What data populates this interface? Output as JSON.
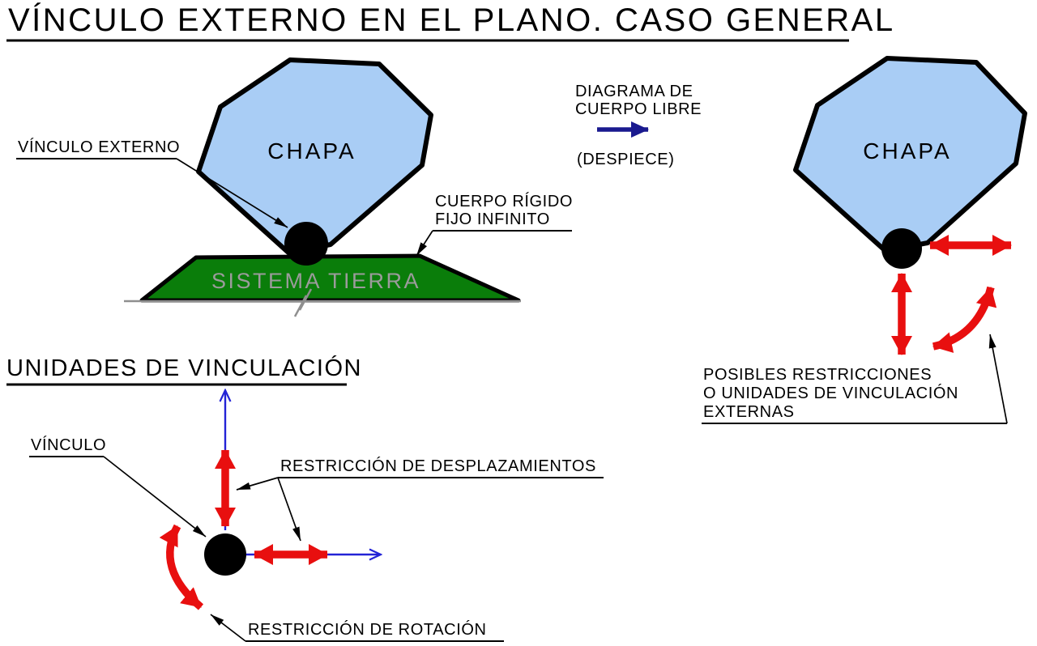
{
  "title": "VÍNCULO EXTERNO EN EL PLANO. CASO GENERAL",
  "colors": {
    "chapa_fill": "#a9cdf5",
    "tierra_fill": "#0a7d0a",
    "pin_black": "#000000",
    "restriction_red": "#e80f0f",
    "unit_vector_blue": "#2323d6",
    "fbd_arrow_navy": "#1a1a8f",
    "ground_line_gray": "#8f8f8f",
    "tierra_text_gray": "#9b9b9b"
  },
  "left_figure": {
    "chapa_label": "CHAPA",
    "tierra_label": "SISTEMA TIERRA",
    "vinculo_externo_label": "VÍNCULO EXTERNO",
    "cuerpo_rigido_label_line1": "CUERPO RÍGIDO",
    "cuerpo_rigido_label_line2": "FIJO INFINITO"
  },
  "free_body_note": {
    "line1": "DIAGRAMA DE",
    "line2": "CUERPO LIBRE",
    "line3": "(DESPIECE)"
  },
  "right_figure": {
    "chapa_label": "CHAPA",
    "restrictions_label_line1": "POSIBLES RESTRICCIONES",
    "restrictions_label_line2": "O UNIDADES DE VINCULACIÓN",
    "restrictions_label_line3": "EXTERNAS"
  },
  "units_section": {
    "heading": "UNIDADES DE VINCULACIÓN",
    "vinculo_label": "VÍNCULO",
    "displacement_label": "RESTRICCIÓN DE DESPLAZAMIENTOS",
    "rotation_label": "RESTRICCIÓN DE ROTACIÓN"
  }
}
